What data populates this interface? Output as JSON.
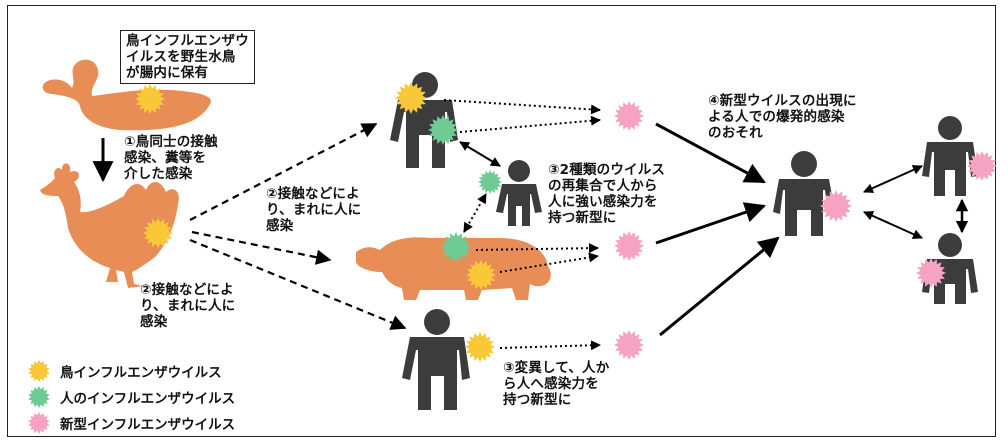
{
  "colors": {
    "avian_virus": "#F9C838",
    "human_virus": "#6FCA93",
    "new_virus": "#F6A3C3",
    "animal": "#E98D57",
    "person": "#3C3C3C"
  },
  "labels": {
    "reservoir": "鳥インフルエンザウ\nイルスを野生水鳥\nが腸内に保有",
    "step1": "①鳥同士の接触\n感染、糞等を\n介した感染",
    "step2_upper": "②接触などによ\nり、まれに人に\n感染",
    "step2_lower": "②接触などによ\nり、まれに人に\n感染",
    "step3_reassort": "③2種類のウイルス\nの再集合で人から\n人に強い感染力を\n持つ新型に",
    "step3_mutate": "③変異して、人か\nら人へ感染力を\n持つ新型に",
    "step4": "④新型ウイルスの出現に\nよる人での爆発的感染\nのおそれ"
  },
  "legend": [
    {
      "key": "avian",
      "label": "鳥インフルエンザウイルス",
      "color": "#F9C838"
    },
    {
      "key": "human",
      "label": "人のインフルエンザウイルス",
      "color": "#6FCA93"
    },
    {
      "key": "new",
      "label": "新型インフルエンザウイルス",
      "color": "#F6A3C3"
    }
  ]
}
